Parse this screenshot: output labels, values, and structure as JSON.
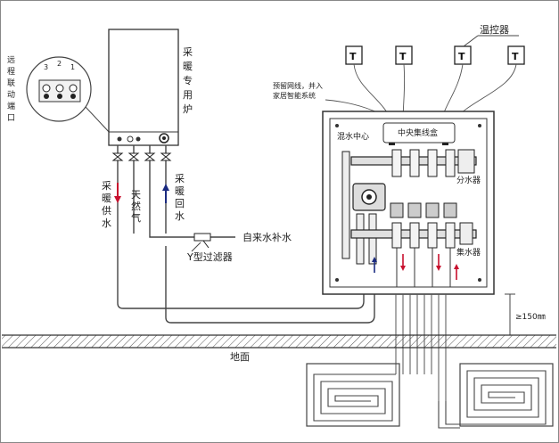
{
  "remote_port_label": "远程联动端口",
  "terminal_numbers": [
    "3",
    "2",
    "1"
  ],
  "boiler_label": "采暖专用炉",
  "supply_label": "采暖供水",
  "gas_label": "天然气",
  "return_label": "采暖回水",
  "tap_water_label": "自来水补水",
  "filter_label": "Y型过滤器",
  "thermostat_label": "温控器",
  "thermostat_letters": [
    "T",
    "T",
    "T",
    "T"
  ],
  "network_label": "预留网线，并入家居智能系统",
  "network_label_lines": [
    "预留网线，并入",
    "家居智能系统"
  ],
  "central_box_label": "中央集线盒",
  "mixing_center_label": "混水中心",
  "distributor_label": "分水器",
  "collector_label": "集水器",
  "clearance_label": "≥150㎜",
  "ground_label": "地面",
  "colors": {
    "supply_arrow": "#c8102e",
    "return_arrow": "#1a2a80",
    "line": "#444444"
  }
}
